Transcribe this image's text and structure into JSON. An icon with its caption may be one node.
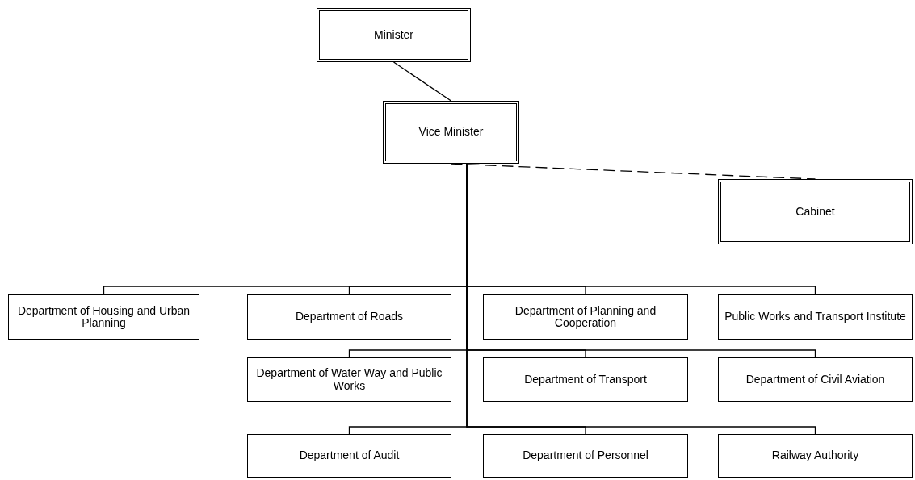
{
  "diagram": {
    "nodes": [
      {
        "text": [
          "Minister"
        ]
      },
      {
        "text": [
          "Vice Minister"
        ]
      },
      {
        "text": [
          "Cabinet"
        ]
      },
      {
        "text": [
          "Department of Housing and Urban Planning"
        ]
      },
      {
        "text": [
          "Department of Roads"
        ]
      },
      {
        "text": [
          "Department of Planning and Cooperation"
        ]
      },
      {
        "text": [
          "Public Works and Transport Institute"
        ]
      },
      {
        "text": [
          "Department of Water Way and Public Works"
        ]
      },
      {
        "text": [
          "Department of Transport"
        ]
      },
      {
        "text": [
          "Department of Civil Aviation"
        ]
      },
      {
        "text": [
          "Department of Audit"
        ]
      },
      {
        "text": [
          "Department of Personnel"
        ]
      },
      {
        "text": [
          "Railway Authority"
        ]
      }
    ],
    "edges": [
      {
        "from": 0,
        "to": 1,
        "arrow": "none"
      },
      {
        "from": 1,
        "to": 2,
        "arrow": "none",
        "style": "dashed"
      },
      {
        "from": 1,
        "to": 3,
        "arrow": "none"
      },
      {
        "from": 1,
        "to": 4,
        "arrow": "none"
      },
      {
        "from": 1,
        "to": 5,
        "arrow": "none"
      },
      {
        "from": 1,
        "to": 6,
        "arrow": "none"
      },
      {
        "from": 1,
        "to": 7,
        "arrow": "none"
      },
      {
        "from": 1,
        "to": 8,
        "arrow": "none"
      },
      {
        "from": 1,
        "to": 9,
        "arrow": "none"
      },
      {
        "from": 1,
        "to": 10,
        "arrow": "none"
      },
      {
        "from": 1,
        "to": 11,
        "arrow": "none"
      },
      {
        "from": 1,
        "to": 12,
        "arrow": "none"
      }
    ]
  }
}
